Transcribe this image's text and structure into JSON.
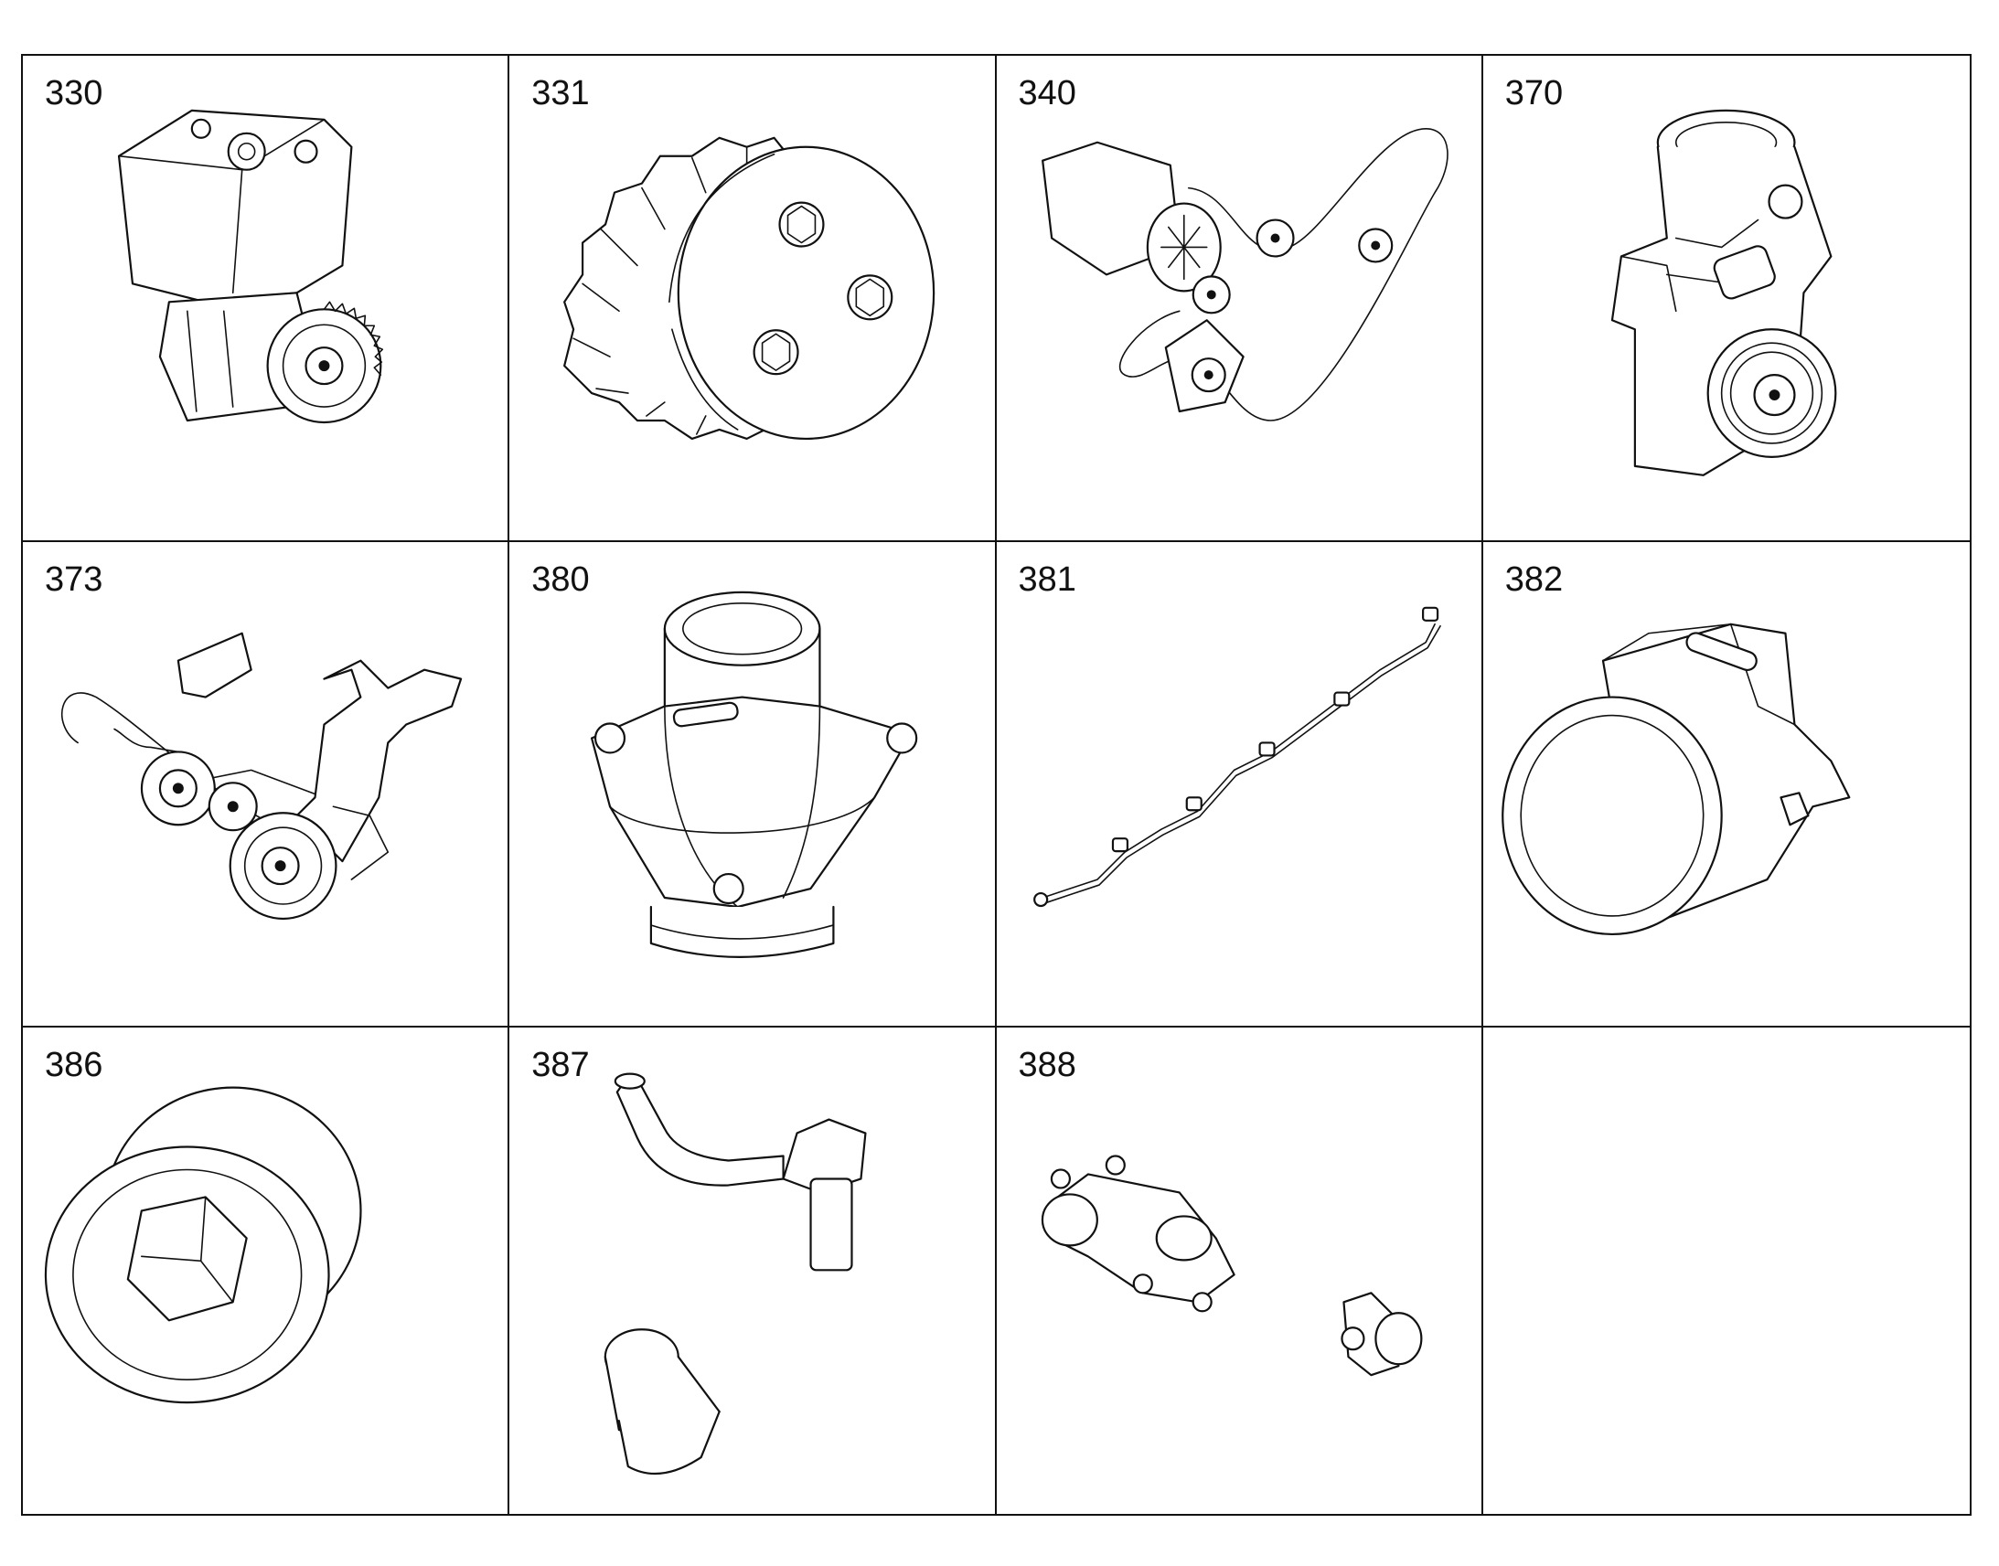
{
  "cells": [
    {
      "number": "330",
      "icon": "air-compressor-icon"
    },
    {
      "number": "331",
      "icon": "drive-gear-icon"
    },
    {
      "number": "340",
      "icon": "ac-compressor-belt-drive-icon"
    },
    {
      "number": "370",
      "icon": "coolant-pump-housing-icon"
    },
    {
      "number": "373",
      "icon": "coolant-pump-belt-drive-icon"
    },
    {
      "number": "380",
      "icon": "thermostat-housing-icon"
    },
    {
      "number": "381",
      "icon": "wiring-harness-icon"
    },
    {
      "number": "382",
      "icon": "thermostat-cover-icon"
    },
    {
      "number": "386",
      "icon": "screw-plug-icon"
    },
    {
      "number": "387",
      "icon": "pipe-and-union-icon"
    },
    {
      "number": "388",
      "icon": "coolant-flange-icon"
    },
    {
      "number": "",
      "icon": ""
    }
  ]
}
